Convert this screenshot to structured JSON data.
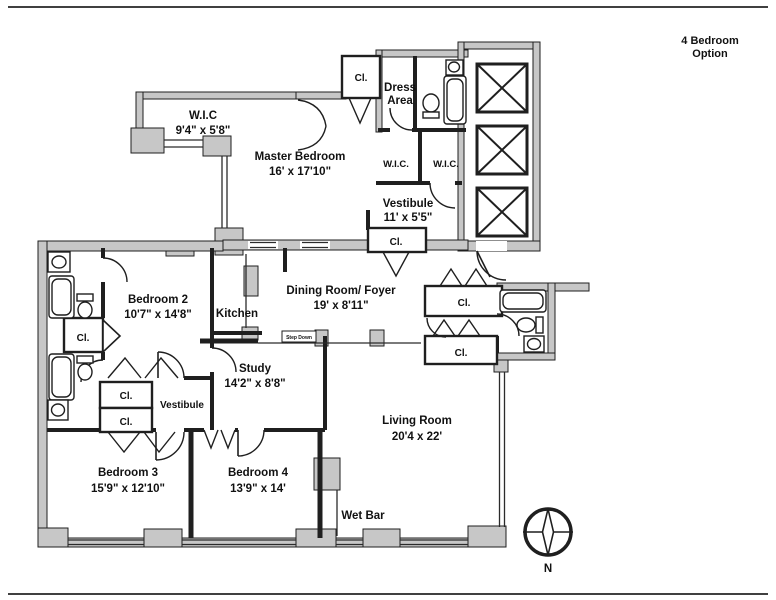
{
  "page": {
    "title_line1": "4 Bedroom",
    "title_line2": "Option"
  },
  "colors": {
    "wall": "#1f1f1f",
    "poche_gray": "#c7c7c7",
    "background": "#ffffff"
  },
  "rooms": {
    "wic_main": {
      "name": "W.I.C",
      "dims": "9'4\" x 5'8\""
    },
    "master_bedroom": {
      "name": "Master Bedroom",
      "dims": "16' x 17'10\""
    },
    "dress_area": {
      "line1": "Dress",
      "line2": "Area"
    },
    "wic_left": {
      "name": "W.I.C."
    },
    "wic_right": {
      "name": "W.I.C."
    },
    "vestibule_upper": {
      "name": "Vestibule",
      "dims": "11' x 5'5\""
    },
    "bedroom2": {
      "name": "Bedroom 2",
      "dims": "10'7\" x 14'8\""
    },
    "kitchen": {
      "name": "Kitchen"
    },
    "dining_foyer": {
      "name": "Dining Room/ Foyer",
      "dims": "19' x 8'11\""
    },
    "study": {
      "name": "Study",
      "dims": "14'2\" x 8'8\""
    },
    "vestibule_mid": {
      "name": "Vestibule"
    },
    "bedroom3": {
      "name": "Bedroom 3",
      "dims": "15'9\" x 12'10\""
    },
    "bedroom4": {
      "name": "Bedroom 4",
      "dims": "13'9\" x 14'"
    },
    "living_room": {
      "name": "Living Room",
      "dims": "20'4 x 22'"
    },
    "wet_bar": {
      "name": "Wet Bar"
    },
    "step_down": {
      "name": "Step Down"
    }
  },
  "closets": {
    "top": "Cl.",
    "upper_vestibule": "Cl.",
    "bath_strip": "Cl.",
    "mid_a": "Cl.",
    "mid_b": "Cl.",
    "right_1": "Cl.",
    "right_2": "Cl."
  },
  "compass": {
    "north_label": "N"
  }
}
